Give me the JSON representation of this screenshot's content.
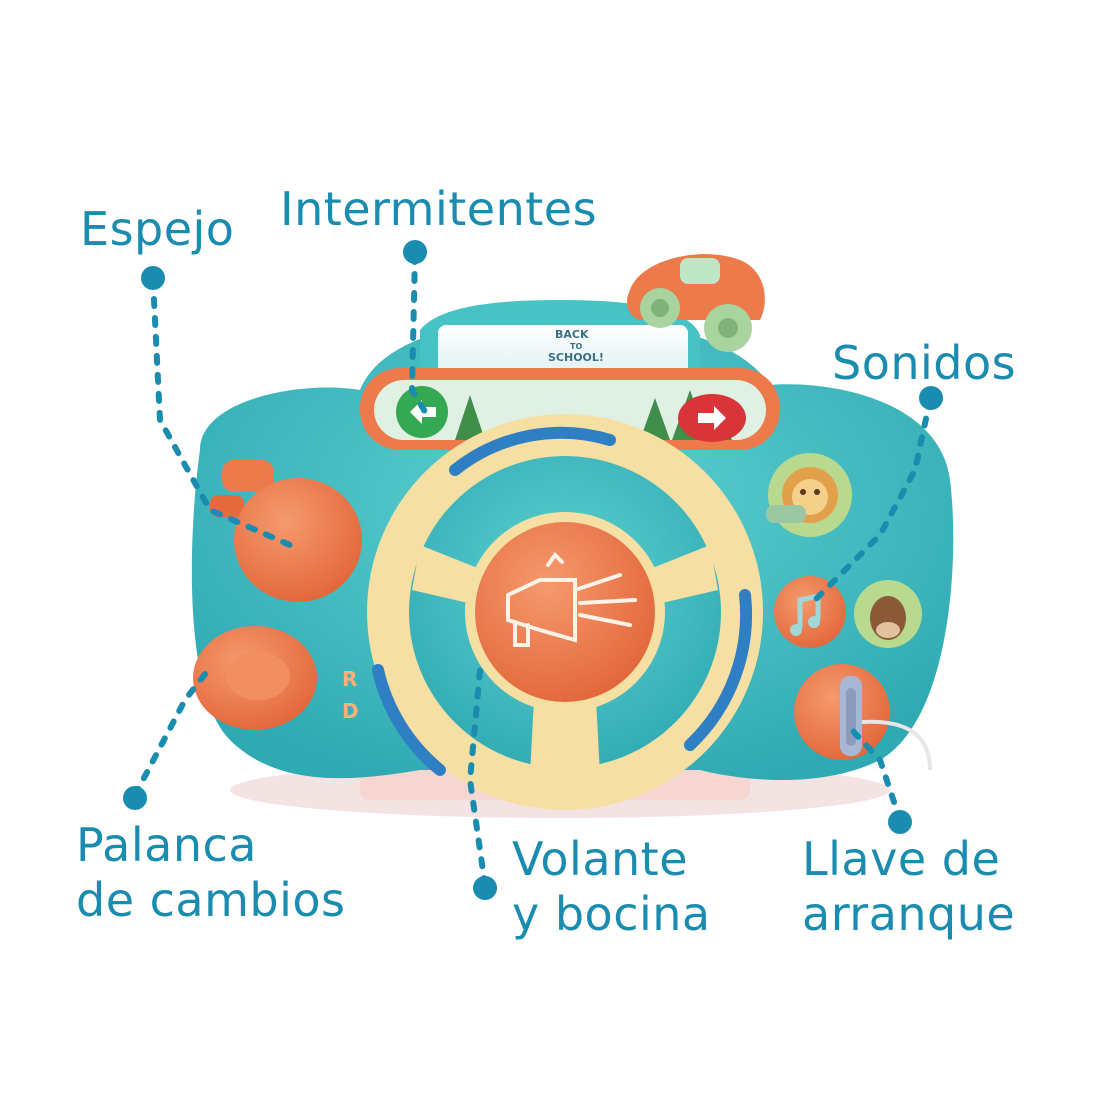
{
  "product": {
    "screen_text_line1": "BACK",
    "screen_text_line2": "TO",
    "screen_text_line3": "SCHOOL!",
    "gear_letters": [
      "R",
      "D"
    ]
  },
  "callouts": {
    "mirror": "Espejo",
    "turn_signals": "Intermitentes",
    "sounds": "Sonidos",
    "gear_lever_line1": "Palanca",
    "gear_lever_line2": "de cambios",
    "wheel_line1": "Volante",
    "wheel_line2": "y bocina",
    "key_line1": "Llave de",
    "key_line2": "arranque"
  },
  "colors": {
    "callout": "#1a8cb0",
    "body_teal": "#3bbcc2",
    "accent_orange": "#ec7a4b",
    "wheel_cream": "#f6dfa3",
    "wheel_stripe": "#2f7fc4",
    "signal_green": "#34a853",
    "signal_red": "#d8353a"
  },
  "icons": {
    "horn": "megaphone-icon",
    "left_signal": "arrow-left-icon",
    "right_signal": "arrow-right-icon",
    "music": "music-note-icon",
    "lion": "lion-icon",
    "horse": "horse-icon",
    "car": "toy-car-icon",
    "key": "key-icon"
  }
}
